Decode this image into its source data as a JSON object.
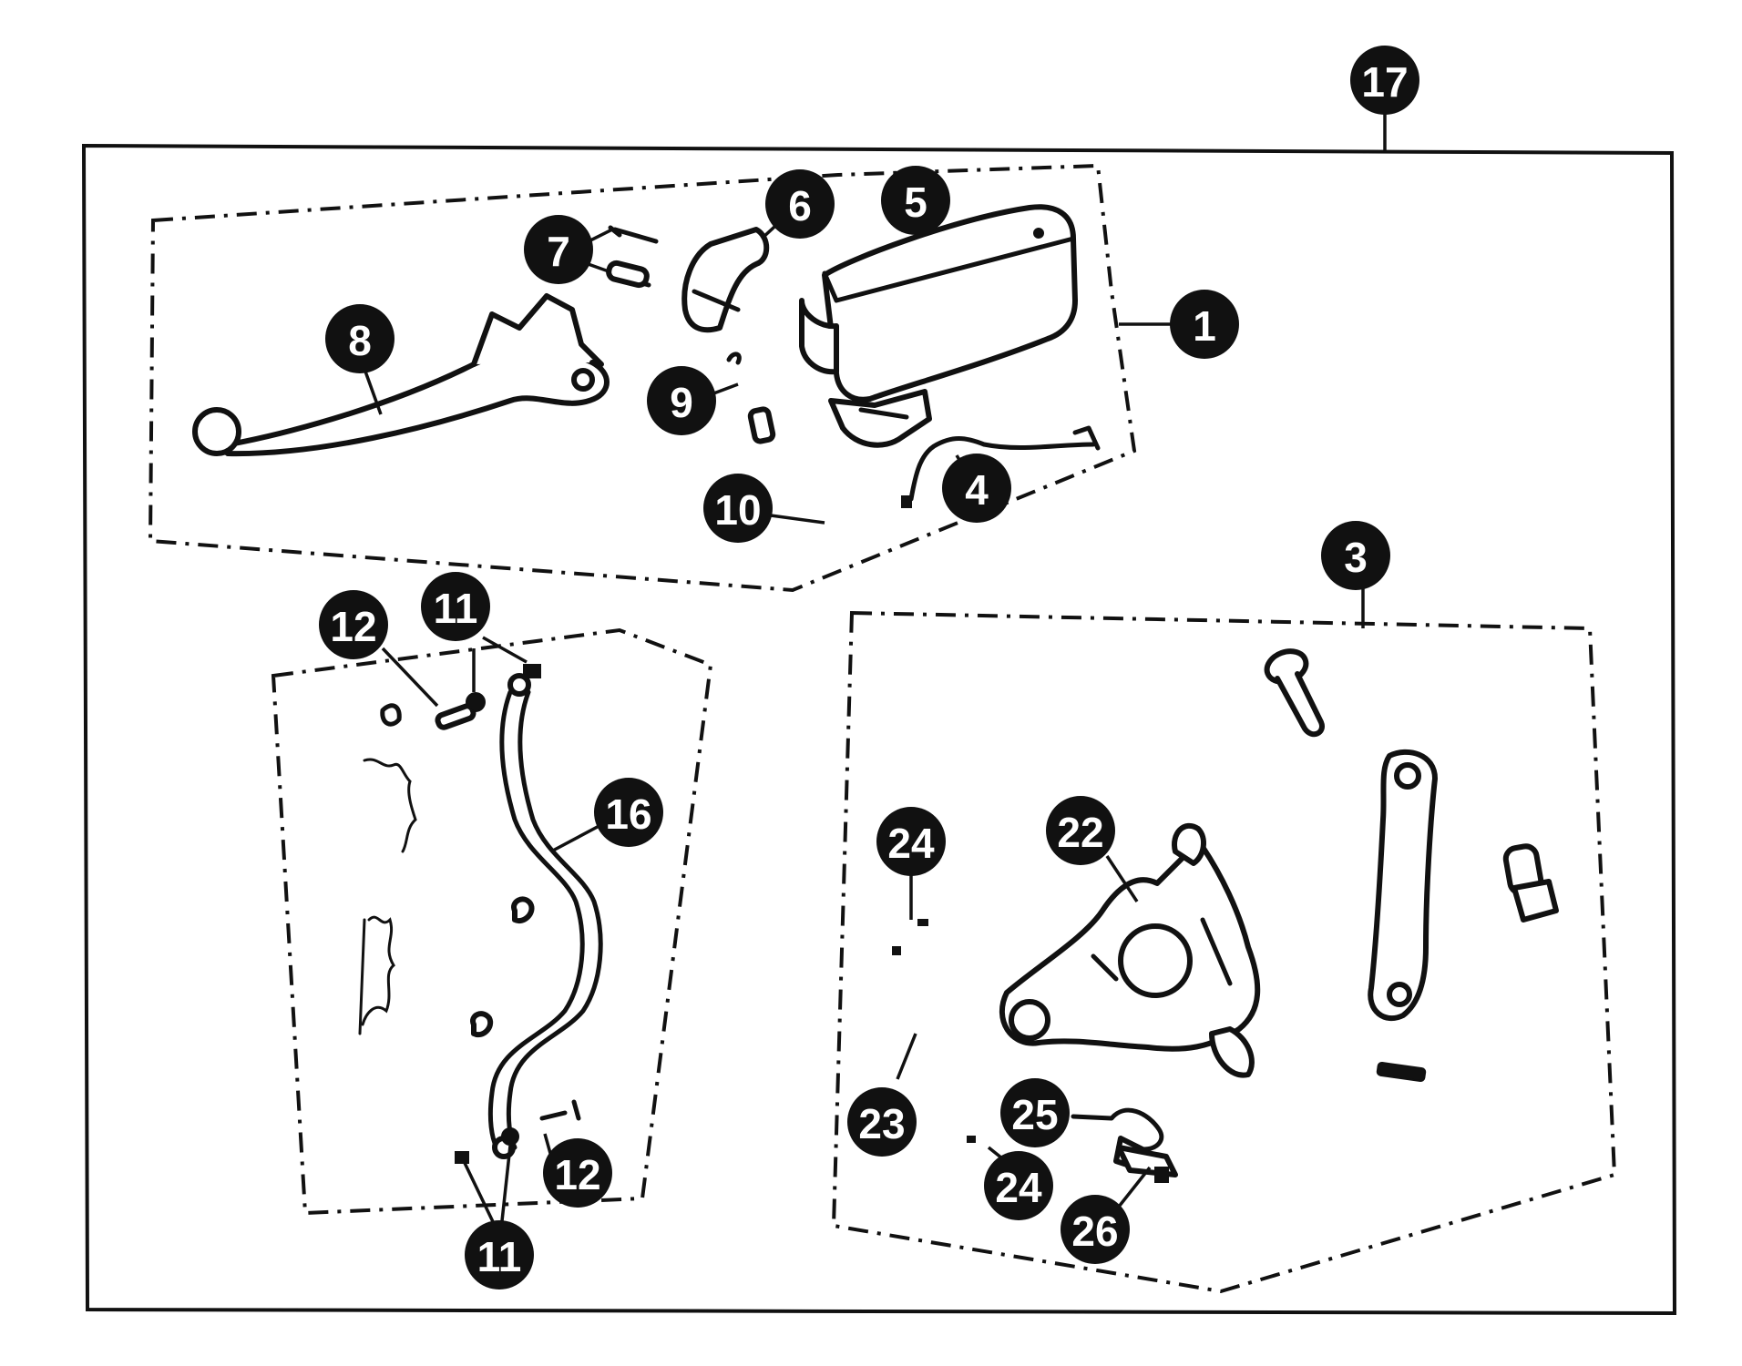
{
  "callouts": {
    "c1": "1",
    "c3": "3",
    "c4": "4",
    "c5": "5",
    "c6": "6",
    "c7": "7",
    "c8": "8",
    "c9": "9",
    "c10": "10",
    "c11a": "11",
    "c11b": "11",
    "c12a": "12",
    "c12b": "12",
    "c16": "16",
    "c17": "17",
    "c22": "22",
    "c23": "23",
    "c24a": "24",
    "c24b": "24",
    "c25": "25",
    "c26": "26"
  },
  "colors": {
    "ink": "#111111",
    "paper": "#ffffff"
  }
}
